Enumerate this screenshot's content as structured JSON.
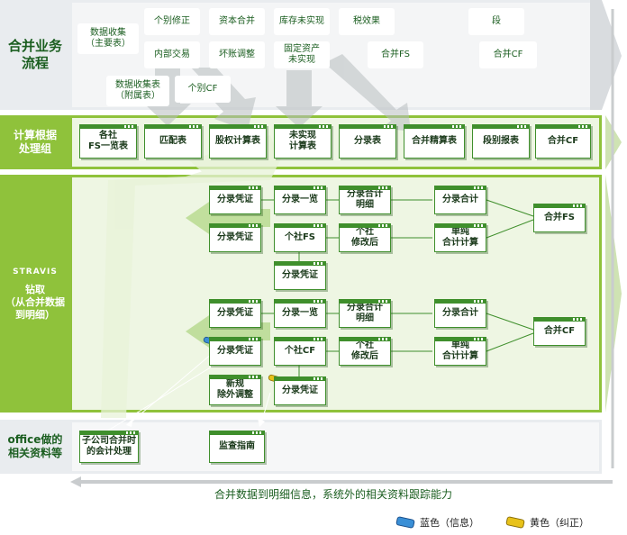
{
  "sections": {
    "top": "合并业务\n流程",
    "calc": "计算根据\n处理组",
    "drill_logo": "STRAVIS",
    "drill": "钻取\n（从合并数据\n到明细）",
    "office": "office做的\n相关资料等"
  },
  "flow_items": [
    {
      "id": "collect_main",
      "label": "数据收集\n（主要表）"
    },
    {
      "id": "indiv_adjust",
      "label": "个别修正"
    },
    {
      "id": "capital",
      "label": "资本合并"
    },
    {
      "id": "inventory",
      "label": "库存未实现"
    },
    {
      "id": "tax",
      "label": "税效果"
    },
    {
      "id": "segment",
      "label": "段"
    },
    {
      "id": "internal",
      "label": "内部交易"
    },
    {
      "id": "baddebt",
      "label": "坏账调整"
    },
    {
      "id": "fixed_asset",
      "label": "固定资产\n未实现"
    },
    {
      "id": "consol_fs",
      "label": "合并FS"
    },
    {
      "id": "consol_cf",
      "label": "合并CF"
    },
    {
      "id": "collect_sub",
      "label": "数据收集表\n（附属表）"
    },
    {
      "id": "indiv_cf",
      "label": "个别CF"
    }
  ],
  "calc_boxes": [
    "各社\nFS一览表",
    "匹配表",
    "股权计算表",
    "未实现\n计算表",
    "分录表",
    "合并精算表",
    "段别报表",
    "合并CF"
  ],
  "drill_boxes": {
    "r1": [
      "分录凭证",
      "分录一览",
      "分录合计\n明细",
      "分录合计"
    ],
    "r2": [
      "分录凭证",
      "个社FS",
      "个社\n修改后",
      "单纯\n合计计算"
    ],
    "r3": [
      "分录凭证"
    ],
    "fs": "合并FS",
    "r4": [
      "分录凭证",
      "分录一览",
      "分录合计\n明细",
      "分录合计"
    ],
    "r5": [
      "分录凭证",
      "个社CF",
      "个社\n修改后",
      "单纯\n合计计算"
    ],
    "r6": [
      "新规\n除外调整",
      "分录凭证"
    ],
    "cf": "合并CF"
  },
  "office_boxes": [
    "子公司合并时\n的会计处理",
    "监查指南"
  ],
  "footer_text": "合并数据到明细信息，系统外的相关资料跟踪能力",
  "legend": [
    {
      "label": "蓝色（信息）",
      "color": "#3a8fd6"
    },
    {
      "label": "黄色（纠正）",
      "color": "#e8c21a"
    }
  ]
}
